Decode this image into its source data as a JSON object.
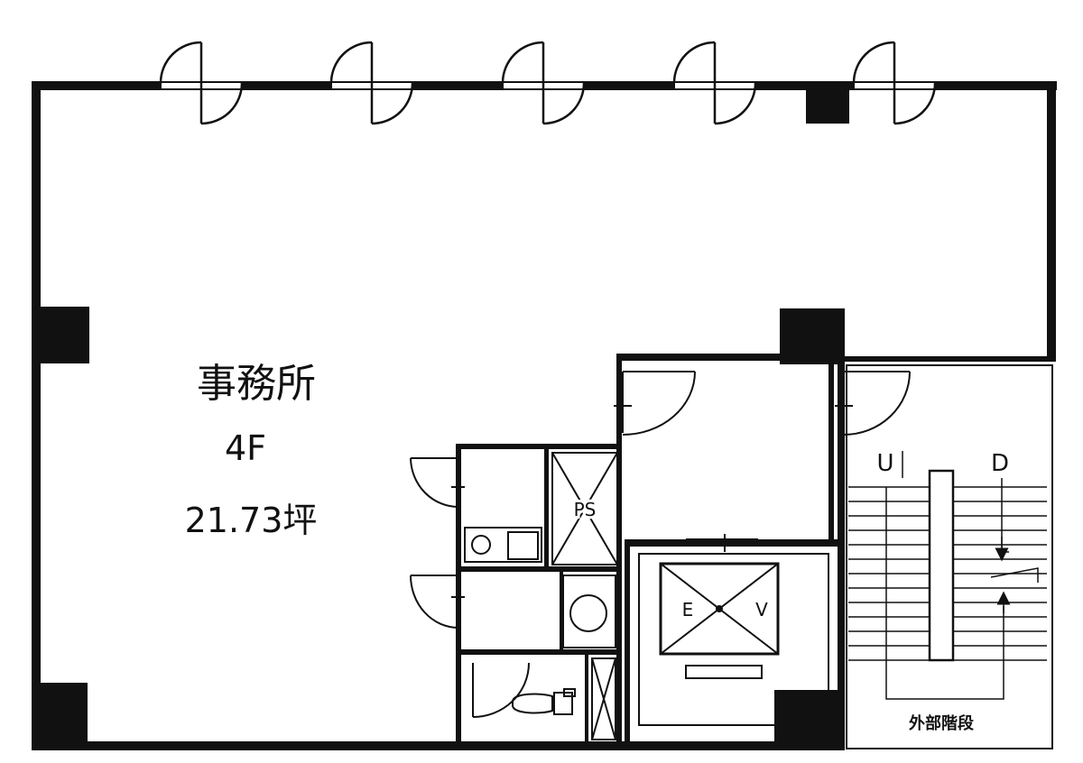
{
  "floor_plan": {
    "room_name": "事務所",
    "floor": "4F",
    "area": "21.73坪",
    "pipe_space_label": "PS",
    "elevator_label_left": "E",
    "elevator_label_right": "V",
    "stair_up_label": "U",
    "stair_down_label": "D",
    "external_stairs_label": "外部階段"
  },
  "colors": {
    "wall": "#111111",
    "background": "#ffffff"
  }
}
